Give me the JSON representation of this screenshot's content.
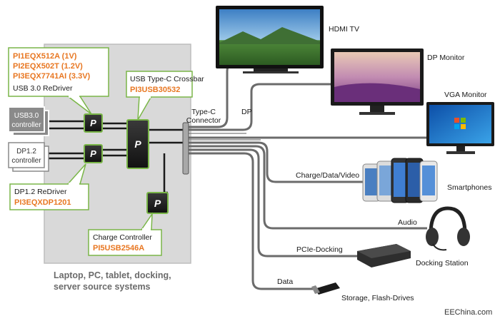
{
  "system_box": {
    "caption_line1": "Laptop, PC, tablet, docking,",
    "caption_line2": "server source systems"
  },
  "usb_redriver": {
    "parts": [
      "PI1EQX512A (1V)",
      "PI2EQX502T (1.2V)",
      "PI3EQX7741AI (3.3V)"
    ],
    "label": "USB 3.0 ReDriver"
  },
  "usb_c_crossbar": {
    "label": "USB Type-C Crossbar",
    "part": "PI3USB30532"
  },
  "controllers": {
    "usb": {
      "line1": "USB3.0",
      "line2": "controller"
    },
    "dp": {
      "line1": "DP1.2",
      "line2": "controller"
    }
  },
  "dp_redriver": {
    "label": "DP1.2 ReDriver",
    "part": "PI3EQXDP1201"
  },
  "charge_controller": {
    "label": "Charge Controller",
    "part": "PI5USB2546A"
  },
  "connector": {
    "line1": "Type-C",
    "line2": "Connector"
  },
  "links": {
    "dp": "DP",
    "charge_data_video": "Charge/Data/Video",
    "audio": "Audio",
    "pcie_docking": "PCIe-Docking",
    "data": "Data"
  },
  "devices": {
    "hdmi_tv": "HDMI TV",
    "dp_monitor": "DP Monitor",
    "vga_monitor": "VGA Monitor",
    "smartphones": "Smartphones",
    "docking_station": "Docking Station",
    "storage": "Storage, Flash-Drives"
  },
  "watermark": "EEChina.com",
  "colors": {
    "accent_orange": "#e87722",
    "chip_green": "#7ab648",
    "cable_grey": "#6b6b6b",
    "box_grey": "#d9d9d9"
  }
}
